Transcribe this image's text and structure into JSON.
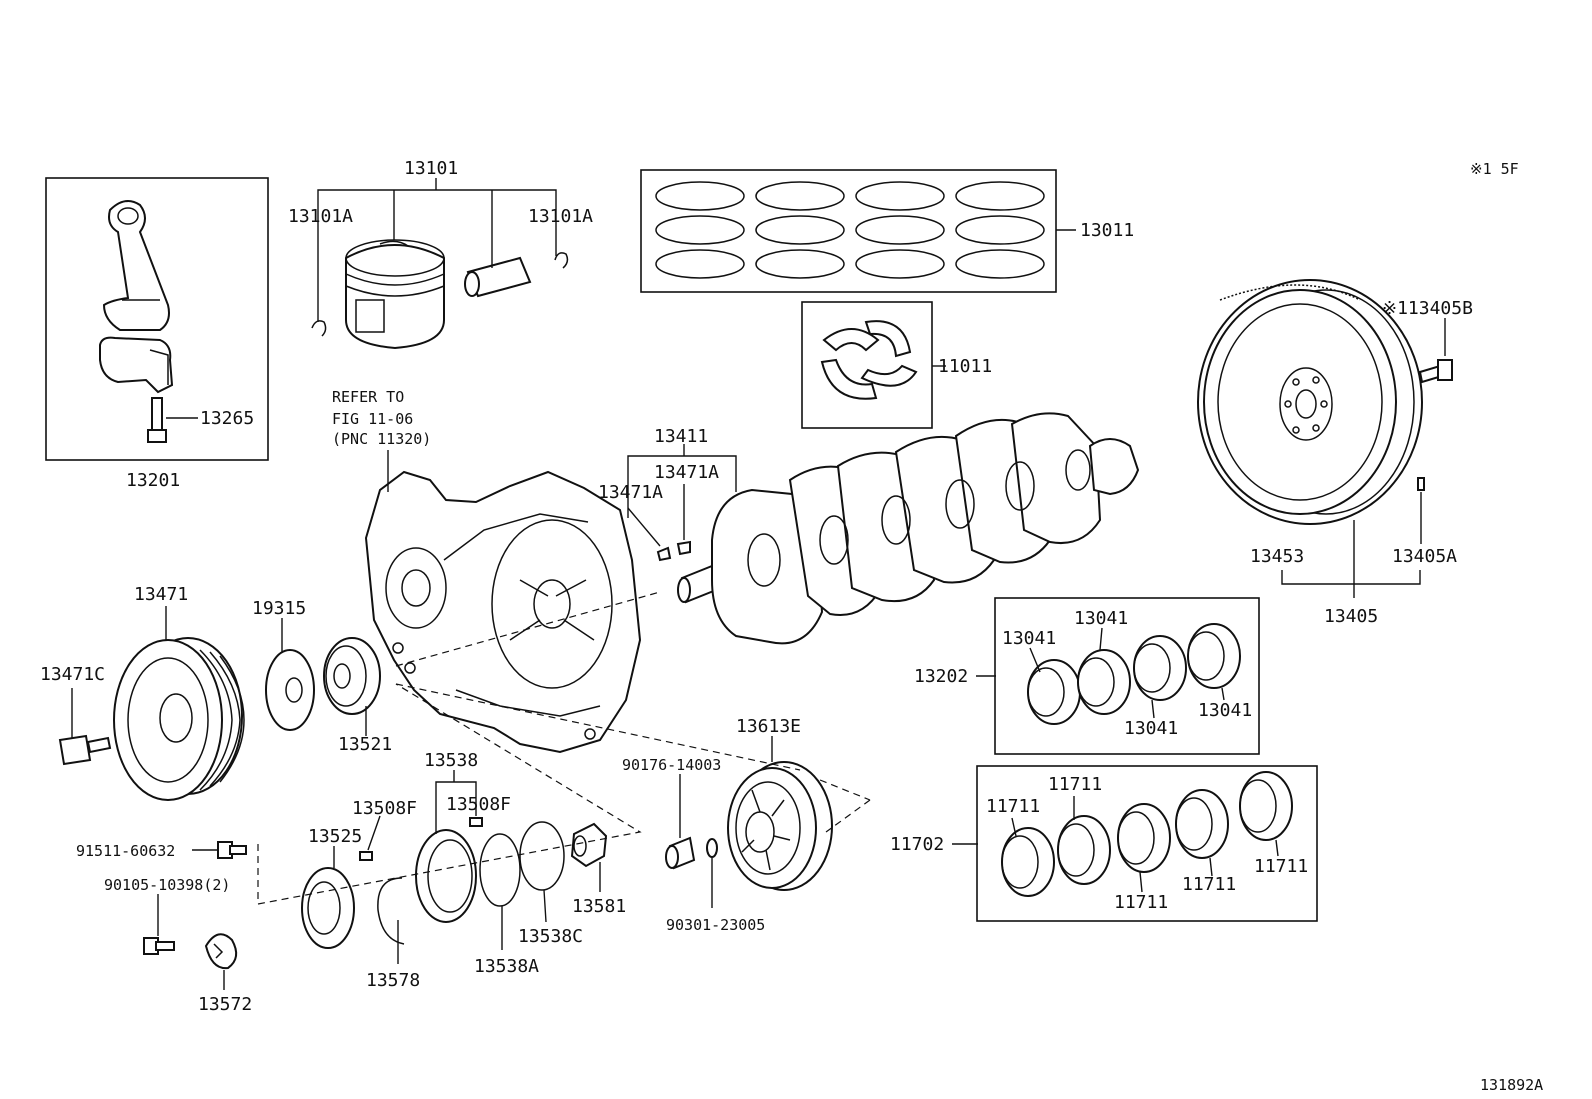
{
  "diagram": {
    "figure_code": "131892A",
    "note": "※1 5F",
    "refer": {
      "line1": "REFER TO",
      "line2": "FIG 11-06",
      "line3": "(PNC 11320)"
    },
    "labels": {
      "p13101": "13101",
      "p13101A_left": "13101A",
      "p13101A_right": "13101A",
      "p13011": "13011",
      "p11011": "11011",
      "p13405B": "※113405B",
      "p13265": "13265",
      "p13201": "13201",
      "p13411": "13411",
      "p13471A_top": "13471A",
      "p13471A_left": "13471A",
      "p13453": "13453",
      "p13405A": "13405A",
      "p13405": "13405",
      "p13471": "13471",
      "p19315": "19315",
      "p13471C": "13471C",
      "p13521": "13521",
      "p13041_a": "13041",
      "p13041_b": "13041",
      "p13041_c": "13041",
      "p13041_d": "13041",
      "p13202": "13202",
      "p13613E": "13613E",
      "p13538": "13538",
      "p90176": "90176-14003",
      "p13508F_l": "13508F",
      "p13508F_r": "13508F",
      "p13525": "13525",
      "p91511": "91511-60632",
      "p90105": "90105-10398(2)",
      "p13581": "13581",
      "p13538C": "13538C",
      "p13538A": "13538A",
      "p13578": "13578",
      "p13572": "13572",
      "p90301": "90301-23005",
      "p11711_a": "11711",
      "p11711_b": "11711",
      "p11711_c": "11711",
      "p11711_d": "11711",
      "p11711_e": "11711",
      "p11702": "11702"
    }
  }
}
